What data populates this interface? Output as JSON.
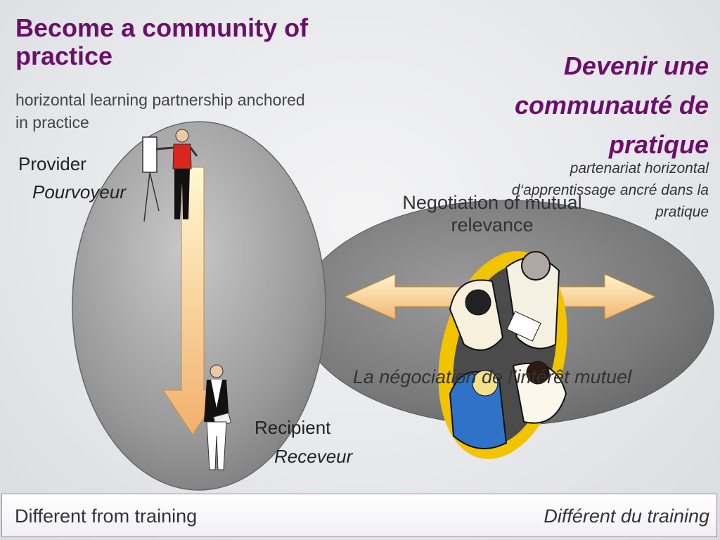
{
  "title_en": "Become a community of practice",
  "subtitle_en": "horizontal learning partnership anchored in practice",
  "title_fr": "Devenir une communauté de pratique",
  "subtitle_fr": "partenariat horizontal d‘apprentissage ancré dans la pratique",
  "provider": {
    "en": "Provider",
    "fr": "Pourvoyeur"
  },
  "recipient": {
    "en": "Recipient",
    "fr": "Receveur"
  },
  "negotiation": {
    "en": "Negotiation of mutual relevance",
    "fr": "La négociation de l’intérêt mutuel"
  },
  "footer": {
    "left": "Different from training",
    "right": "Différent du training"
  },
  "colors": {
    "title": "#6b0f6b",
    "ellipse": "#8a8a8a",
    "arrow_light": "#fff3c4",
    "arrow_dark": "#f3b36b",
    "halo": "#f2c400"
  }
}
